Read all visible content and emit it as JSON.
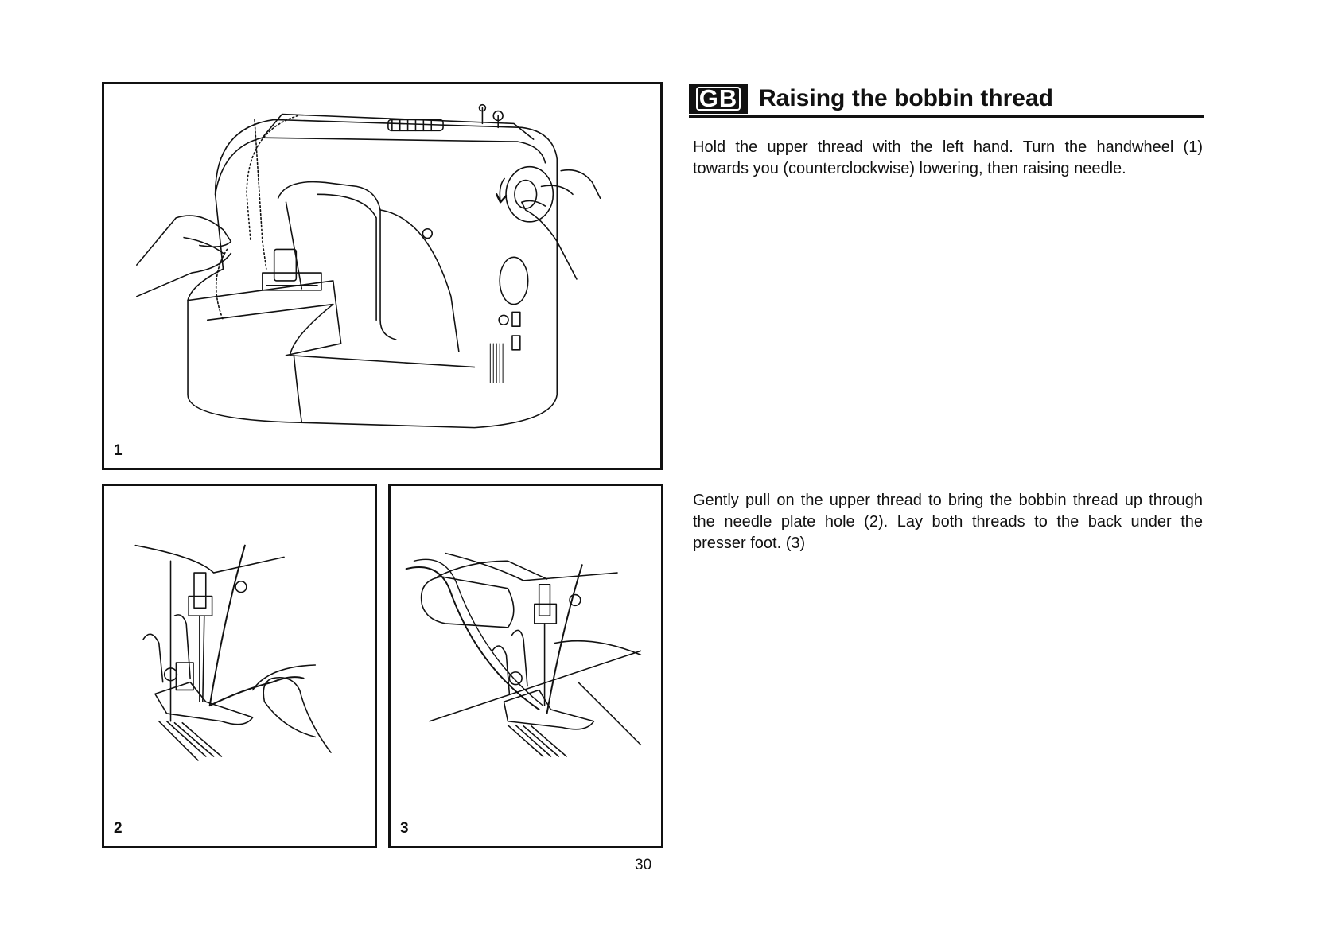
{
  "section": {
    "language_badge": "GB",
    "title": "Raising the bobbin thread"
  },
  "figures": [
    {
      "number": "1"
    },
    {
      "number": "2"
    },
    {
      "number": "3"
    }
  ],
  "paragraphs": [
    "Hold the upper thread with the left hand. Turn the handwheel (1) towards you (counterclockwise) lowering, then raising needle.",
    "Gently pull on the upper thread to bring the bobbin thread up through the needle plate hole (2). Lay both threads to the back under the presser foot. (3)"
  ],
  "page_number": "30"
}
